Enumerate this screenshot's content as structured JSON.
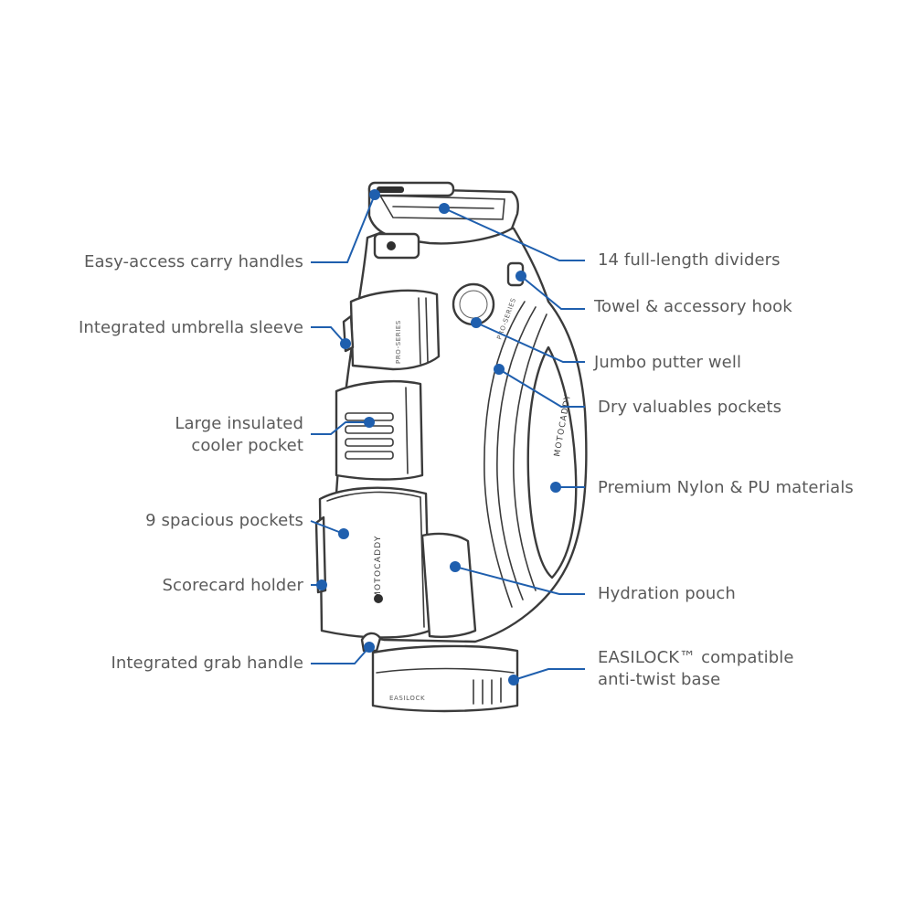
{
  "colors": {
    "accent": "#1f5fae",
    "outline": "#3b3b3b",
    "label": "#5a5a5a"
  },
  "brand": {
    "logo": "MOTOCADDY",
    "series": "PRO-SERIES",
    "base_badge": "EASILOCK"
  },
  "callouts": {
    "carry_handles": "Easy-access carry handles",
    "umbrella_sleeve": "Integrated umbrella sleeve",
    "cooler_pocket": "Large insulated\ncooler pocket",
    "spacious_pockets": "9 spacious pockets",
    "scorecard_holder": "Scorecard holder",
    "grab_handle": "Integrated grab handle",
    "dividers": "14 full-length dividers",
    "towel_hook": "Towel & accessory hook",
    "putter_well": "Jumbo putter well",
    "valuables_pockets": "Dry valuables pockets",
    "materials": "Premium Nylon & PU materials",
    "hydration_pouch": "Hydration pouch",
    "base": "EASILOCK™  compatible\nanti-twist base"
  }
}
